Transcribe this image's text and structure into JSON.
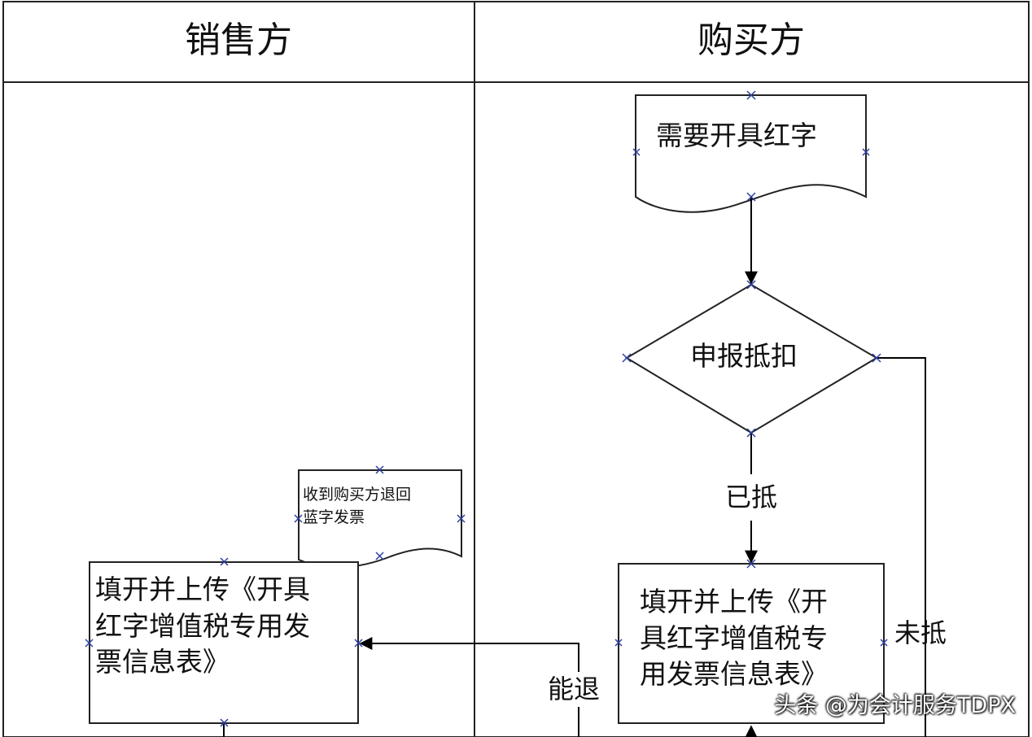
{
  "swimlanes": {
    "left_title": "销售方",
    "right_title": "购买方"
  },
  "nodes": {
    "need_red": "需要开具红字",
    "declare_deduct": "申报抵扣",
    "buyer_fill_upload": "填开并上传《开\n具红字增值税专\n用发票信息表》",
    "seller_receive_blue": "收到购买方退回\n蓝字发票",
    "seller_fill_upload": "填开并上传《开具\n红字增值税专用发\n票信息表》"
  },
  "edge_labels": {
    "deducted": "已抵",
    "not_deducted": "未抵",
    "can_return": "能退"
  },
  "watermark": "头条 @为会计服务TDPX",
  "colors": {
    "line": "#1a1a1a",
    "connector_mark": "#2b3fa0"
  }
}
